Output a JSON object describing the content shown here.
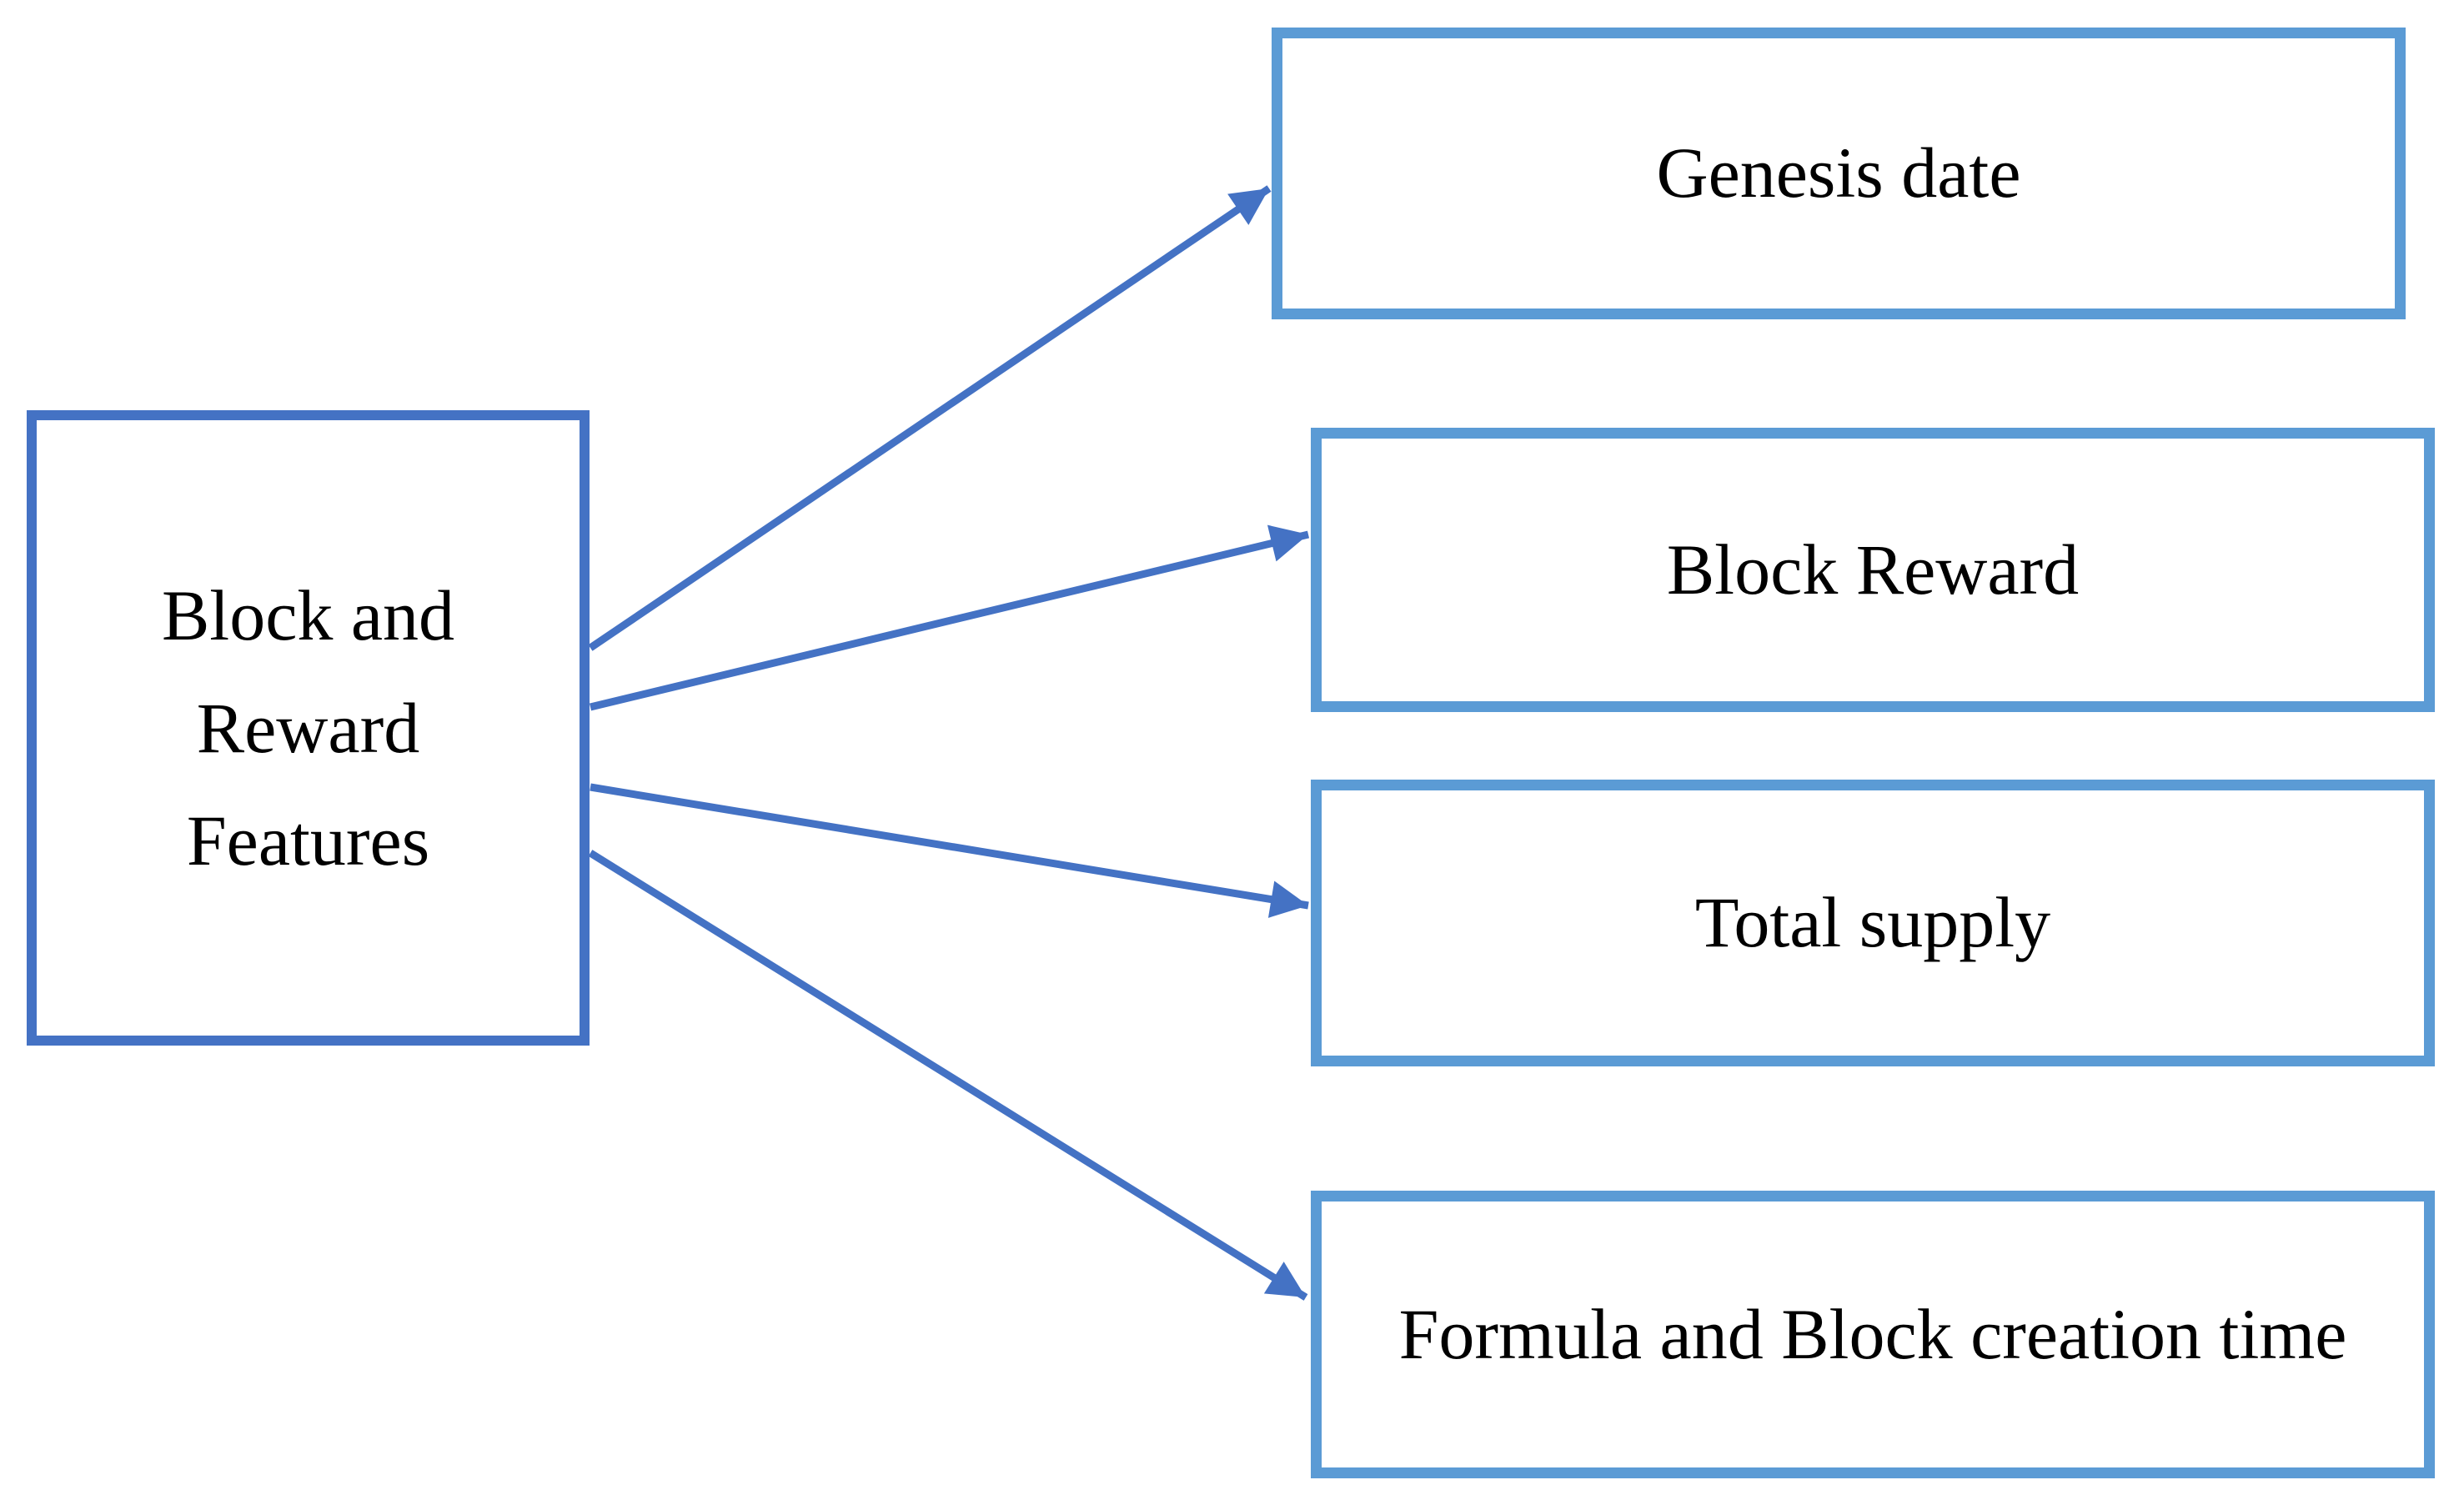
{
  "figure": {
    "background": "#ffffff",
    "root_box": {
      "label_lines": [
        "Block and",
        "Reward",
        "Features"
      ]
    },
    "feature_boxes": [
      {
        "id": "genesis-date",
        "label": "Genesis date"
      },
      {
        "id": "block-reward",
        "label": "Block Reward"
      },
      {
        "id": "total-supply",
        "label": "Total supply"
      },
      {
        "id": "formula-and-block-creation-time",
        "label": "Formula and Block creation time"
      }
    ],
    "connections": [
      {
        "from": "block-and-reward-features",
        "to": "genesis-date"
      },
      {
        "from": "block-and-reward-features",
        "to": "block-reward"
      },
      {
        "from": "block-and-reward-features",
        "to": "total-supply"
      },
      {
        "from": "block-and-reward-features",
        "to": "formula-and-block-creation-time"
      }
    ],
    "colors": {
      "root_box_border": "#4472c4",
      "feature_box_border": "#5b9bd5",
      "arrow": "#4472c4",
      "text": "#000000"
    }
  }
}
